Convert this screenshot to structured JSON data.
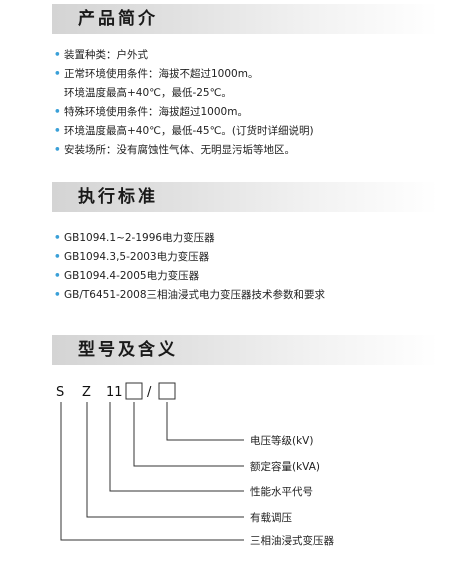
{
  "product_intro": {
    "title": "产品简介",
    "items": [
      {
        "bullet": true,
        "text": "装置种类：户外式"
      },
      {
        "bullet": true,
        "text": "正常环境使用条件：海拔不超过1000m。"
      },
      {
        "bullet": false,
        "text": "环境温度最高+40℃，最低-25℃。"
      },
      {
        "bullet": true,
        "text": "特殊环境使用条件：海拔超过1000m。"
      },
      {
        "bullet": true,
        "text": "环境温度最高+40℃，最低-45℃。(订货时详细说明)"
      },
      {
        "bullet": true,
        "text": "安装场所：没有腐蚀性气体、无明显污垢等地区。"
      }
    ]
  },
  "standards": {
    "title": "执行标准",
    "items": [
      {
        "bullet": true,
        "text": "GB1094.1~2-1996电力变压器"
      },
      {
        "bullet": true,
        "text": "GB1094.3,5-2003电力变压器"
      },
      {
        "bullet": true,
        "text": "GB1094.4-2005电力变压器"
      },
      {
        "bullet": true,
        "text": "GB/T6451-2008三相油浸式电力变压器技术参数和要求"
      }
    ]
  },
  "model": {
    "title": "型号及含义",
    "code": {
      "s": "S",
      "z": "Z",
      "n": "11",
      "slash": "/"
    },
    "labels": [
      "电压等级(kV)",
      "额定容量(kVA)",
      "性能水平代号",
      "有载调压",
      "三相油浸式变压器"
    ]
  },
  "colors": {
    "bullet": "#3aa0d8",
    "header_start": "#d4d4d4",
    "header_end": "#ffffff"
  }
}
